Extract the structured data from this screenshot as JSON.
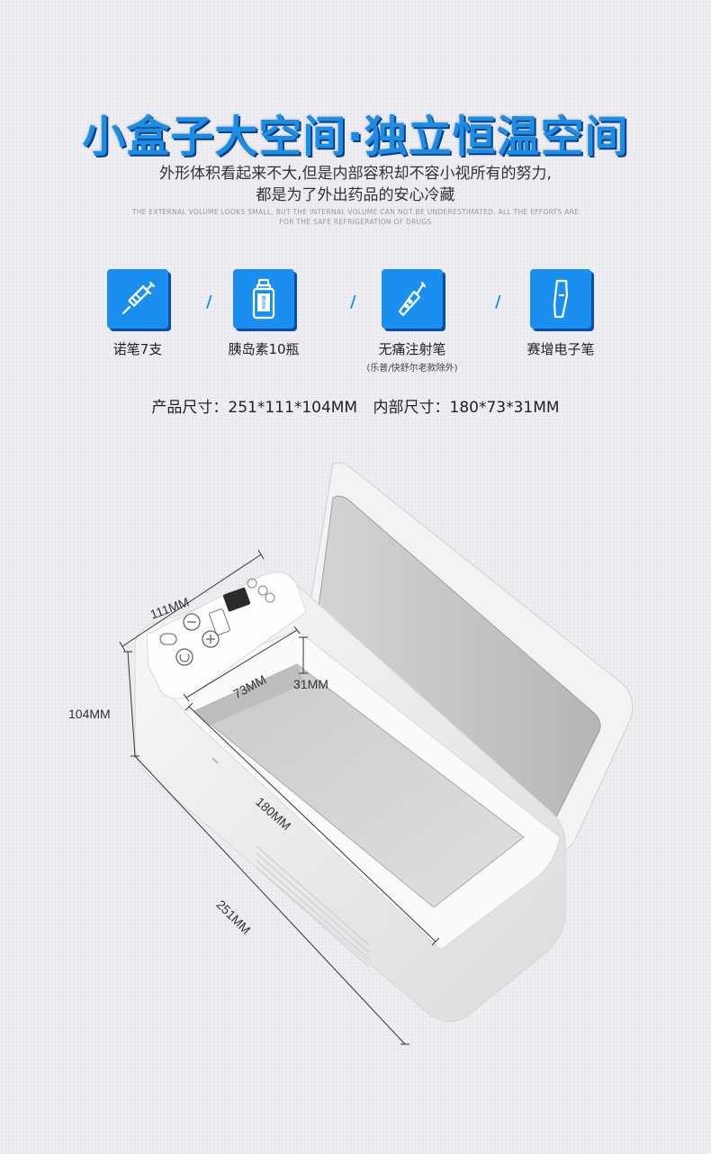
{
  "header": {
    "title": "小盒子大空间·独立恒温空间",
    "subtitle_line1": "外形体积看起来不大,但是内部容积却不容小视所有的努力,",
    "subtitle_line2": "都是为了外出药品的安心冷藏",
    "english_line1": "THE EXTERNAL VOLUME LOOKS SMALL, BUT THE INTERNAL VOLUME CAN NOT BE UNDERESTIMATED. ALL THE EFFORTS ARE",
    "english_line2": "FOR THE SAFE REFRIGERATION OF DRUGS"
  },
  "capacity": [
    {
      "icon": "syringe-icon",
      "label": "诺笔7支",
      "note": ""
    },
    {
      "icon": "insulin-bottle-icon",
      "label": "胰岛素10瓶",
      "note": ""
    },
    {
      "icon": "needle-free-injector-icon",
      "label": "无痛注射笔",
      "note": "(乐普/快舒尔老款除外)"
    },
    {
      "icon": "electronic-pen-icon",
      "label": "赛增电子笔",
      "note": ""
    }
  ],
  "separator": "/",
  "sizes": {
    "product": "产品尺寸：251*111*104MM",
    "inner": "内部尺寸：180*73*31MM"
  },
  "dimensions": {
    "width": "111MM",
    "height": "104MM",
    "length": "251MM",
    "inner_width": "73MM",
    "inner_depth": "31MM",
    "inner_length": "180MM"
  },
  "bottle_label": "胰岛素",
  "colors": {
    "accent": "#1b8ff0",
    "accent_dark": "#0b4ea8",
    "title": "#1a8ee6"
  }
}
